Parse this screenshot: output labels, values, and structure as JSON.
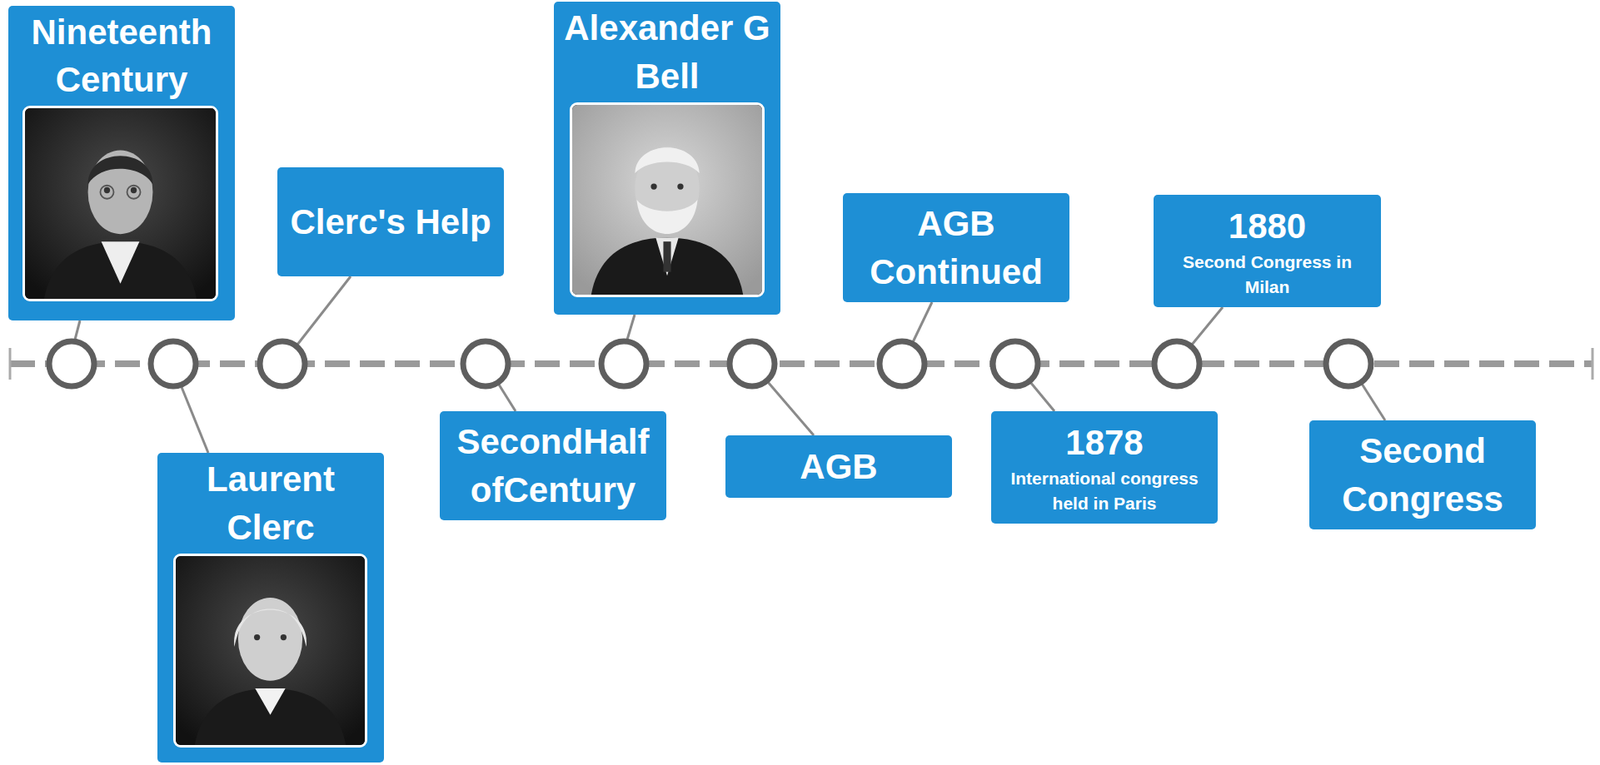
{
  "diagram": {
    "nodes": [
      {
        "text": [
          "Nineteenth Century"
        ]
      },
      {
        "text": [
          "Laurent Clerc"
        ]
      },
      {
        "text": [
          "Clerc's Help"
        ]
      },
      {
        "text": [
          "SecondHalf ofCentury"
        ]
      },
      {
        "text": [
          "Alexander G Bell"
        ]
      },
      {
        "text": [
          "AGB"
        ]
      },
      {
        "text": [
          "AGB Continued"
        ]
      },
      {
        "text": [
          "1878",
          "International congress held in Paris"
        ]
      },
      {
        "text": [
          "1880",
          "Second Congress in Milan"
        ]
      },
      {
        "text": [
          "Second Congress"
        ]
      }
    ]
  }
}
